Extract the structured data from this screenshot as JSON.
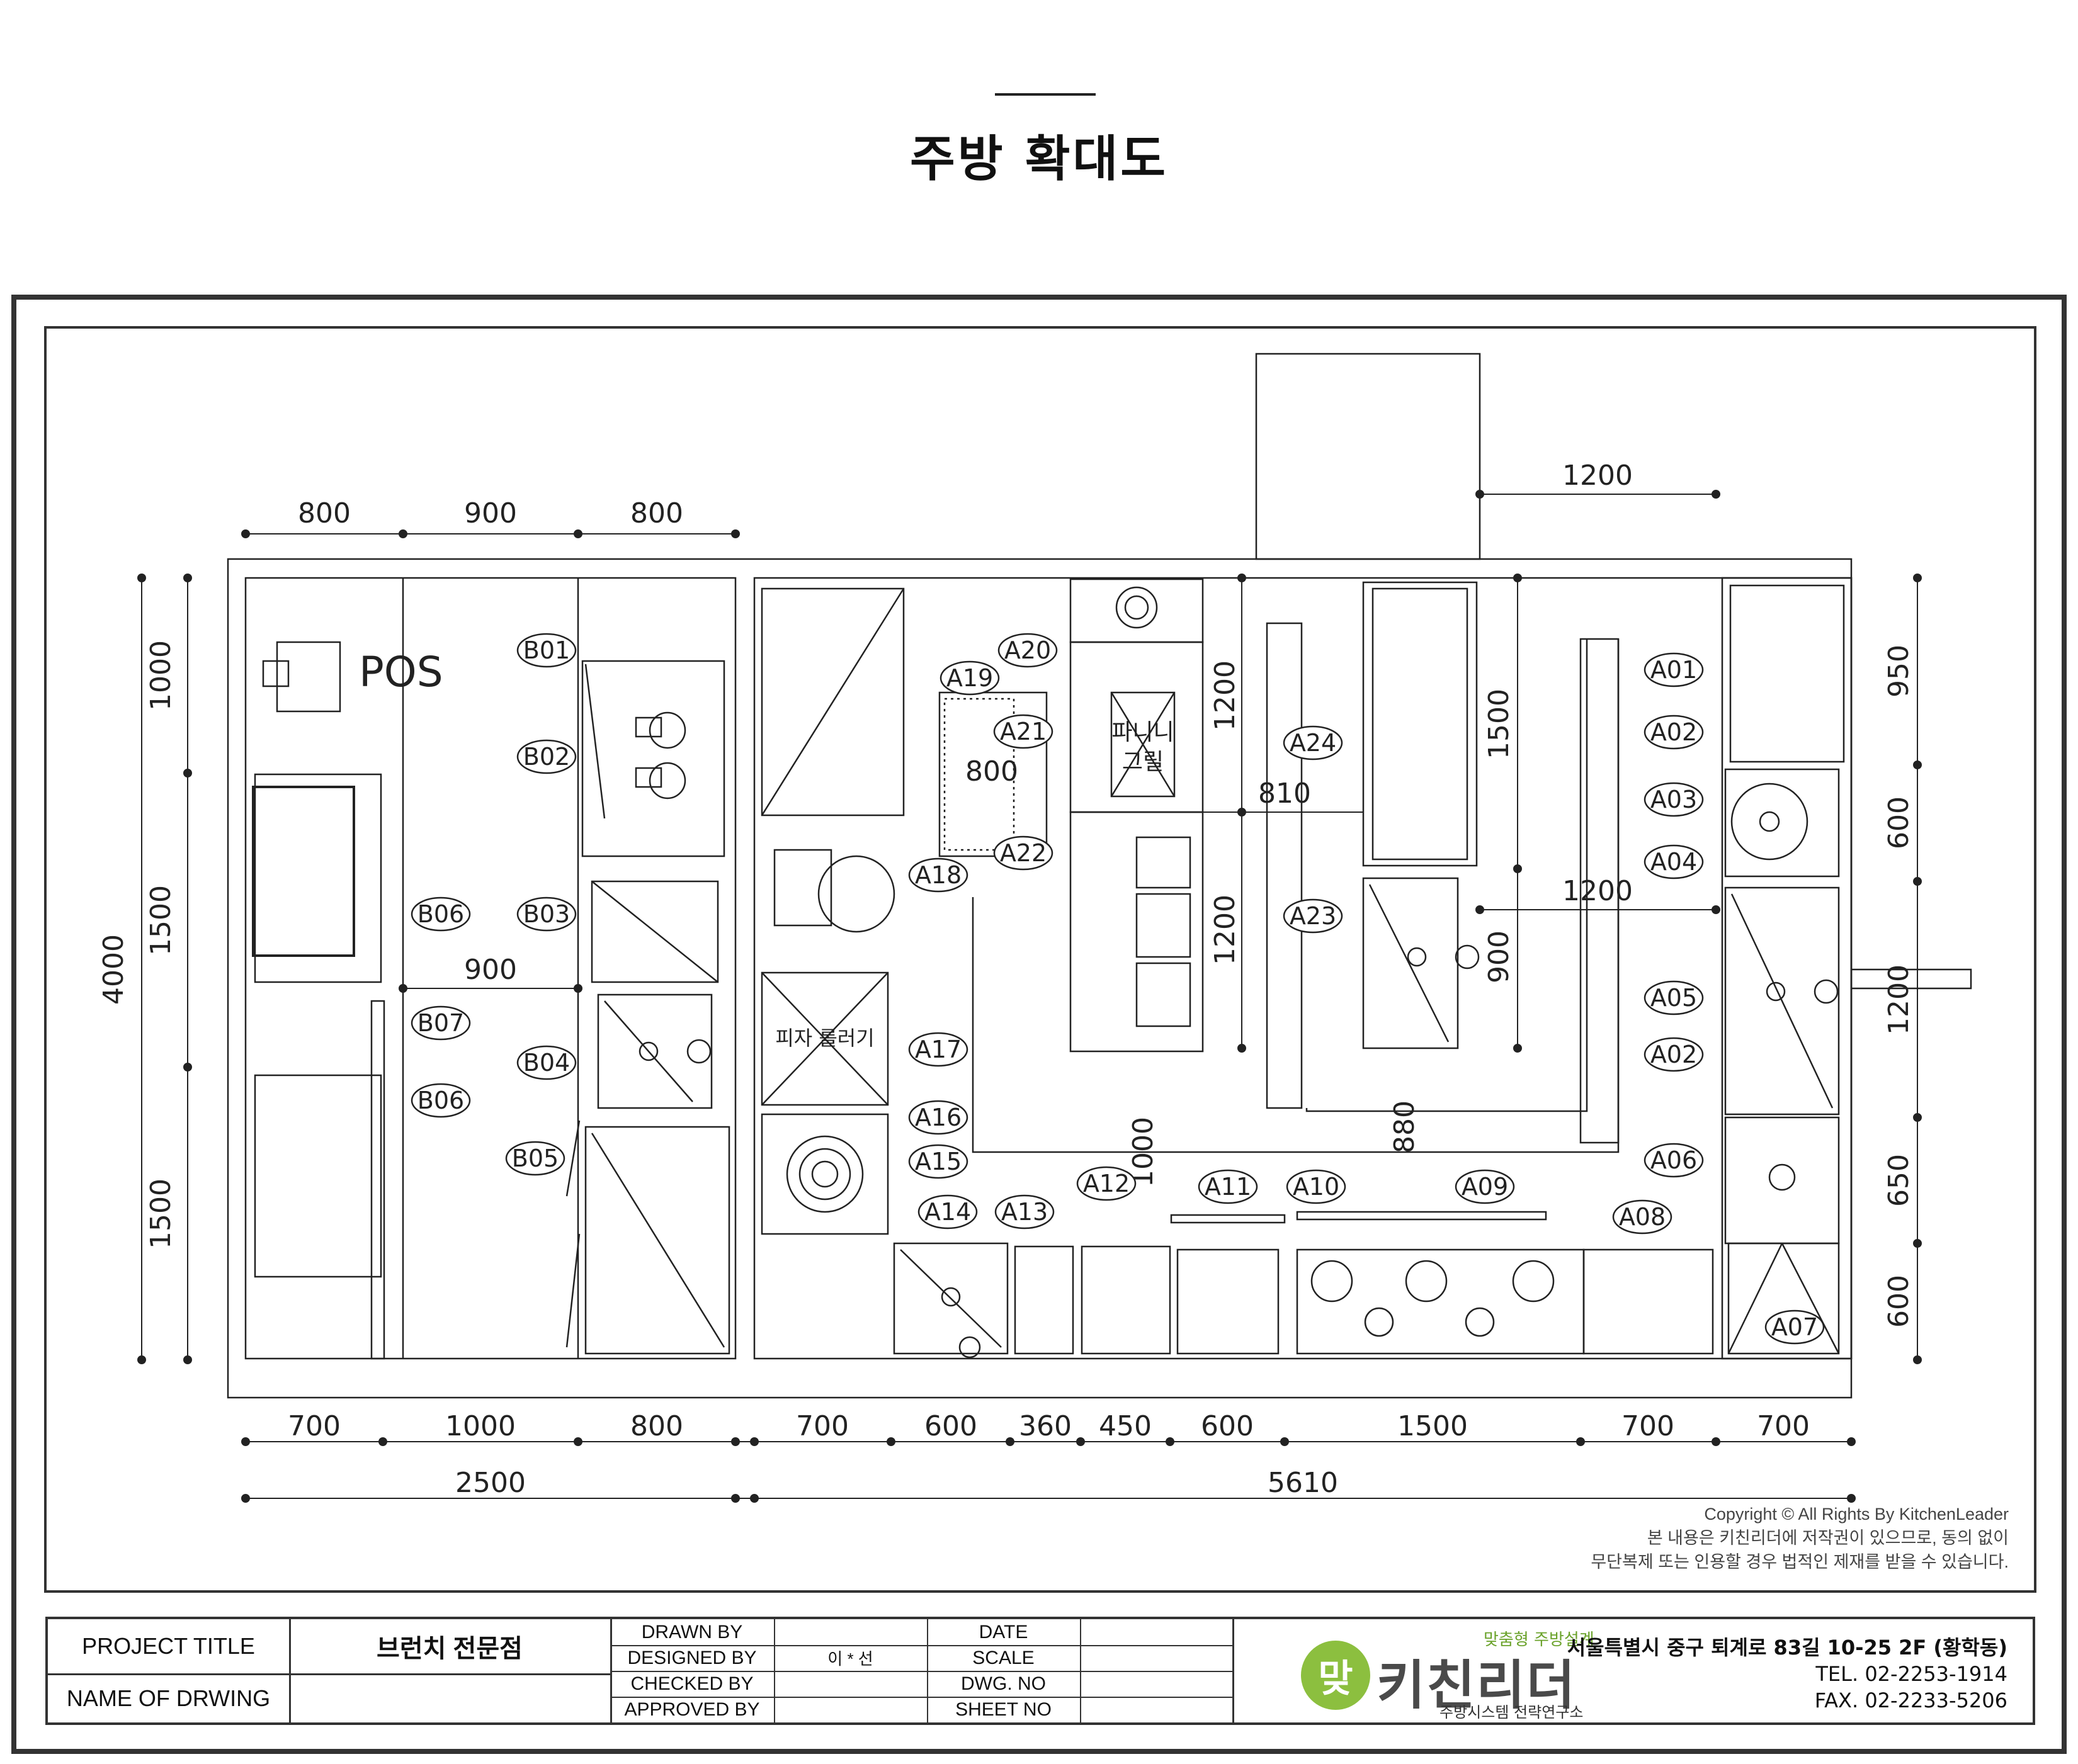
{
  "page_title": "주방 확대도",
  "pos_label": "POS",
  "room_labels": {
    "panini_grill_1": "파니니",
    "panini_grill_2": "그릴",
    "pizza_roller": "피자 롤러기"
  },
  "tags": [
    {
      "id": "B01",
      "name": "tag-b01"
    },
    {
      "id": "B02",
      "name": "tag-b02"
    },
    {
      "id": "B03",
      "name": "tag-b03"
    },
    {
      "id": "B04",
      "name": "tag-b04"
    },
    {
      "id": "B05",
      "name": "tag-b05"
    },
    {
      "id": "B06",
      "name": "tag-b06-upper"
    },
    {
      "id": "B07",
      "name": "tag-b07"
    },
    {
      "id": "B06",
      "name": "tag-b06-lower"
    },
    {
      "id": "A19",
      "name": "tag-a19"
    },
    {
      "id": "A20",
      "name": "tag-a20"
    },
    {
      "id": "A21",
      "name": "tag-a21"
    },
    {
      "id": "A22",
      "name": "tag-a22"
    },
    {
      "id": "A18",
      "name": "tag-a18"
    },
    {
      "id": "A17",
      "name": "tag-a17"
    },
    {
      "id": "A16",
      "name": "tag-a16"
    },
    {
      "id": "A15",
      "name": "tag-a15"
    },
    {
      "id": "A14",
      "name": "tag-a14"
    },
    {
      "id": "A13",
      "name": "tag-a13"
    },
    {
      "id": "A12",
      "name": "tag-a12"
    },
    {
      "id": "A11",
      "name": "tag-a11"
    },
    {
      "id": "A10",
      "name": "tag-a10"
    },
    {
      "id": "A09",
      "name": "tag-a09"
    },
    {
      "id": "A08",
      "name": "tag-a08"
    },
    {
      "id": "A24",
      "name": "tag-a24"
    },
    {
      "id": "A23",
      "name": "tag-a23"
    },
    {
      "id": "A01",
      "name": "tag-a01"
    },
    {
      "id": "A02",
      "name": "tag-a02-upper"
    },
    {
      "id": "A03",
      "name": "tag-a03"
    },
    {
      "id": "A04",
      "name": "tag-a04"
    },
    {
      "id": "A05",
      "name": "tag-a05"
    },
    {
      "id": "A02",
      "name": "tag-a02-lower"
    },
    {
      "id": "A06",
      "name": "tag-a06"
    },
    {
      "id": "A07",
      "name": "tag-a07"
    }
  ],
  "dimensions": {
    "top": [
      "800",
      "900",
      "800"
    ],
    "left_total": "4000",
    "left": [
      "1000",
      "1500",
      "1500"
    ],
    "mid_900": "900",
    "right": [
      "950",
      "600",
      "1200",
      "650",
      "600"
    ],
    "bottom_row1": [
      "700",
      "1000",
      "800",
      "700",
      "600",
      "360",
      "450",
      "600",
      "1500",
      "700",
      "700"
    ],
    "bottom_row2": [
      "2500",
      "5610"
    ],
    "center": [
      "1200",
      "1200",
      "810",
      "800",
      "1500",
      "900",
      "1200",
      "1200",
      "1000",
      "880"
    ]
  },
  "copyright": [
    "Copyright © All Rights By KitchenLeader",
    "본 내용은 키친리더에 저작권이 있으므로, 동의 없이",
    "무단복제 또는 인용할 경우 법적인 제재를 받을 수 있습니다."
  ],
  "title_block": {
    "project_title_label": "PROJECT TITLE",
    "project_title_value": "브런치 전문점",
    "drawing_name_label": "NAME OF DRWING",
    "drawn_by": "DRAWN BY",
    "designed_by": "DESIGNED BY",
    "designer": "이 * 선",
    "checked_by": "CHECKED BY",
    "approved_by": "APPROVED BY",
    "date": "DATE",
    "scale": "SCALE",
    "dwg_no": "DWG. NO",
    "sheet_no": "SHEET NO",
    "logo_tagline": "맞춤형 주방설계",
    "logo_name": "키친리더",
    "logo_sub": "주방시스템 전략연구소",
    "logo_badge": "맞",
    "address": "서울특별시 중구 퇴계로 83길 10-25 2F (황학동)",
    "tel": "TEL. 02-2253-1914",
    "fax": "FAX. 02-2233-5206",
    "logo_color": "#8cbf3f",
    "logo_dark": "#4a4a4a"
  }
}
